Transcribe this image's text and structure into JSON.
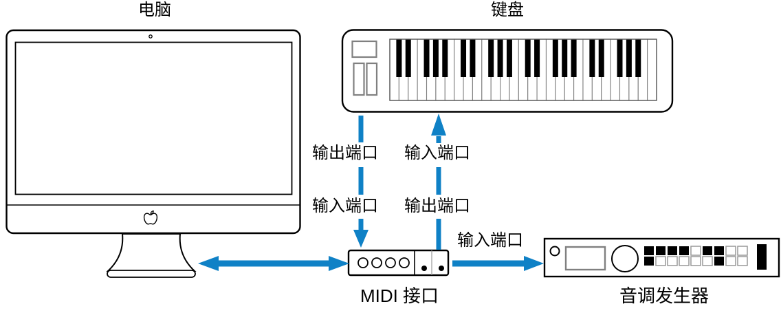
{
  "diagram": {
    "title_labels": {
      "computer": "电脑",
      "keyboard": "键盘",
      "midi_interface": "MIDI 接口",
      "tone_generator": "音调发生器"
    },
    "port_labels": {
      "keyboard_to_interface_top": "输出端口",
      "keyboard_to_interface_bottom": "输入端口",
      "interface_to_keyboard_top": "输入端口",
      "interface_to_keyboard_bottom": "输出端口",
      "interface_to_tone_generator": "输入端口"
    },
    "colors": {
      "arrow_blue": "#0F81C6",
      "outline_black": "#000000",
      "secondary_gray": "#808080"
    }
  }
}
